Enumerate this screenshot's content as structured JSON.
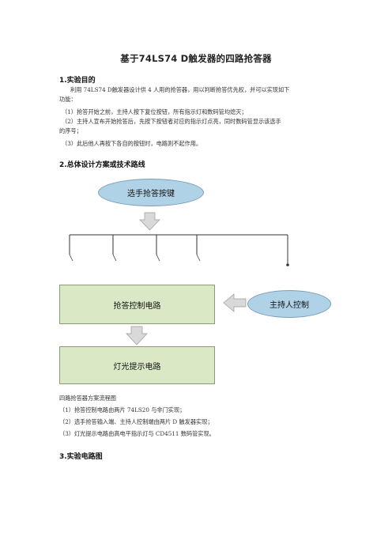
{
  "doc_title": "基于74LS74 D触发器的四路抢答器",
  "section1": {
    "heading": "1.实验目的",
    "intro_line1": "利用 74LS74 D触发器设计供 4 人用的抢答器，用以判断抢答优先权，并可以实现如下",
    "intro_line2": "功能：",
    "items": [
      "（1）抢答开始之前，主持人按下复位按钮，所有指示灯和数码管均熄灭；",
      "（2）主持人宣布开始抢答后，先按下按钮者对应的指示灯点亮，同时数码管显示该选手",
      "的序号；",
      "（3）此后他人再按下各自的按钮时，电路则不起作用。"
    ]
  },
  "section2": {
    "heading": "2.总体设计方案或技术路线",
    "diagram": {
      "top_oval": "选手抢答按键",
      "control_box": "抢答控制电路",
      "host_oval": "主持人控制",
      "light_box": "灯光提示电路"
    },
    "caption": "四路抢答器方案流程图",
    "notes": [
      "（1）抢答控制电路由两片 74LS20 与非门实现；",
      "（2）选手抢答输入端、主持人控制端由两片 D 触发器实现；",
      "（3）灯光提示电路由高电平指示灯与 CD4511 数码管实现。"
    ]
  },
  "section3": {
    "heading": "3.实验电路图"
  },
  "colors": {
    "oval_fill": "#b0d2e6",
    "box_fill": "#dbe8c6",
    "arrow_fill": "#d9d9d9"
  }
}
